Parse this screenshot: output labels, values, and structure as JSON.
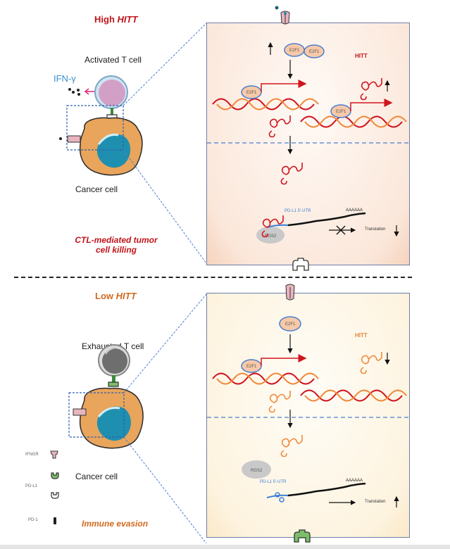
{
  "top_panel": {
    "title_prefix": "High",
    "title_gene": "HITT",
    "t_cell_label": "Activated T cell",
    "cytokine_label": "IFN-γ",
    "cancer_cell_label": "Cancer cell",
    "outcome_line1": "CTL-mediated tumor",
    "outcome_line2": "cell killing",
    "inset": {
      "tf_label": "E2F1",
      "lncrna_label": "HITT",
      "hitt_trend": "up",
      "e2f1_trend": "up",
      "utr_label": "PD-L1 5'-UTR",
      "polyA_label": "AAAAAA",
      "rbp_label": "RGS2",
      "translation_label": "Translation",
      "translation_trend": "down",
      "translation_blocked": true,
      "hitt_color": "#d0151f",
      "bg_color": "#fbe7da"
    }
  },
  "bottom_panel": {
    "title_prefix": "Low",
    "title_gene": "HITT",
    "t_cell_label": "Exhausted T cell",
    "cancer_cell_label": "Cancer cell",
    "outcome": "Immune evasion",
    "inset": {
      "tf_label": "E2F1",
      "lncrna_label": "HITT",
      "hitt_trend": "down",
      "utr_label": "PD-L1 5'-UTR",
      "polyA_label": "AAAAAA",
      "rbp_label": "RGS2",
      "translation_label": "Translation",
      "translation_trend": "up",
      "translation_blocked": false,
      "hitt_color": "#ef8a3c",
      "bg_color": "#fdf3df"
    }
  },
  "legend": {
    "items": [
      {
        "label": "IFNGR",
        "icon": "ifngr-receptor-icon"
      },
      {
        "label": "PD-L1",
        "icon": "pd-l1-icon"
      },
      {
        "label": "PD-1",
        "icon": "pd-1-icon"
      }
    ]
  },
  "colors": {
    "high_title": "#c0151b",
    "low_title": "#d2691e",
    "zoom_line": "#4a7fd0",
    "cell_body": "#e9a55c",
    "nucleus": "#1f8fb0",
    "activated_t_cell": "#d7a6c8",
    "exhausted_t_cell": "#6e6e6e"
  }
}
